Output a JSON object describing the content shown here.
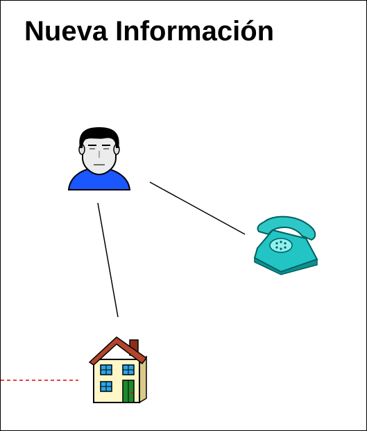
{
  "slide": {
    "title": "Nueva Información"
  },
  "diagram": {
    "nodes": [
      {
        "id": "person",
        "icon": "person-icon"
      },
      {
        "id": "phone",
        "icon": "telephone-icon"
      },
      {
        "id": "house",
        "icon": "house-icon"
      }
    ],
    "edges": [
      {
        "from": "person",
        "to": "phone",
        "style": "solid",
        "color": "#000000"
      },
      {
        "from": "person",
        "to": "house",
        "style": "solid",
        "color": "#000000"
      },
      {
        "from": "house",
        "to": "offscreen-left",
        "style": "dashed",
        "color": "#e00000"
      }
    ]
  }
}
